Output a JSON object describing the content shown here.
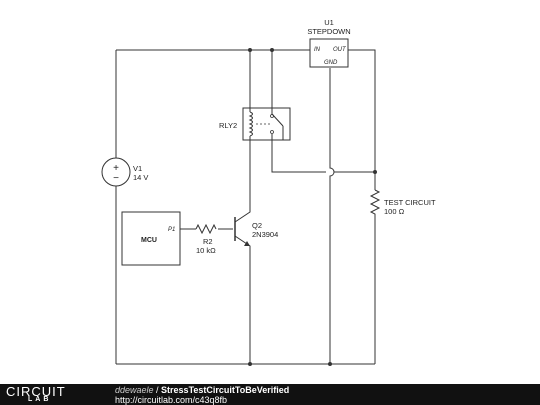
{
  "components": {
    "u1": {
      "ref": "U1",
      "name": "STEPDOWN",
      "pin_in": "IN",
      "pin_out": "OUT",
      "pin_gnd": "GND"
    },
    "rly2": {
      "ref": "RLY2"
    },
    "v1": {
      "ref": "V1",
      "value": "14 V",
      "plus": "+",
      "minus": "−"
    },
    "mcu": {
      "name": "MCU",
      "pin": "P1"
    },
    "r2": {
      "ref": "R2",
      "value": "10 kΩ"
    },
    "q2": {
      "ref": "Q2",
      "part": "2N3904"
    },
    "load": {
      "name": "TEST CIRCUIT",
      "value": "100 Ω"
    }
  },
  "footer": {
    "logo_top": "CIRCUIT",
    "logo_bottom": "LAB",
    "author": "ddewaele",
    "separator": " / ",
    "title": "StressTestCircuitToBeVerified",
    "url": "http://circuitlab.com/c43q8fb"
  }
}
